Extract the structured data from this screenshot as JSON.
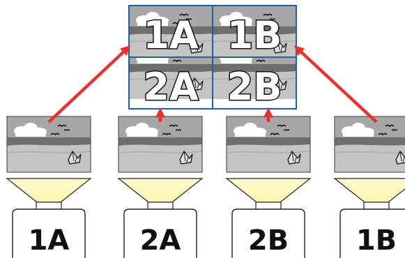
{
  "wall": {
    "tiles": [
      {
        "label": "1A"
      },
      {
        "label": "1B"
      },
      {
        "label": "2A"
      },
      {
        "label": "2B"
      }
    ],
    "border_color": "#1f5fa8"
  },
  "projectors": [
    {
      "label": "1A"
    },
    {
      "label": "2A"
    },
    {
      "label": "2B"
    },
    {
      "label": "1B"
    }
  ],
  "colors": {
    "arrow": "#e8322b",
    "sky": "#a7a7a7",
    "sea_dark": "#6e6e6e",
    "sand": "#c4c4c4",
    "beam": "#fffbd0",
    "frame": "#3a3a3a"
  },
  "icons": [
    "cloud-icon",
    "bird-icon",
    "shell-icon",
    "up-arrow-icon",
    "projector-icon"
  ]
}
